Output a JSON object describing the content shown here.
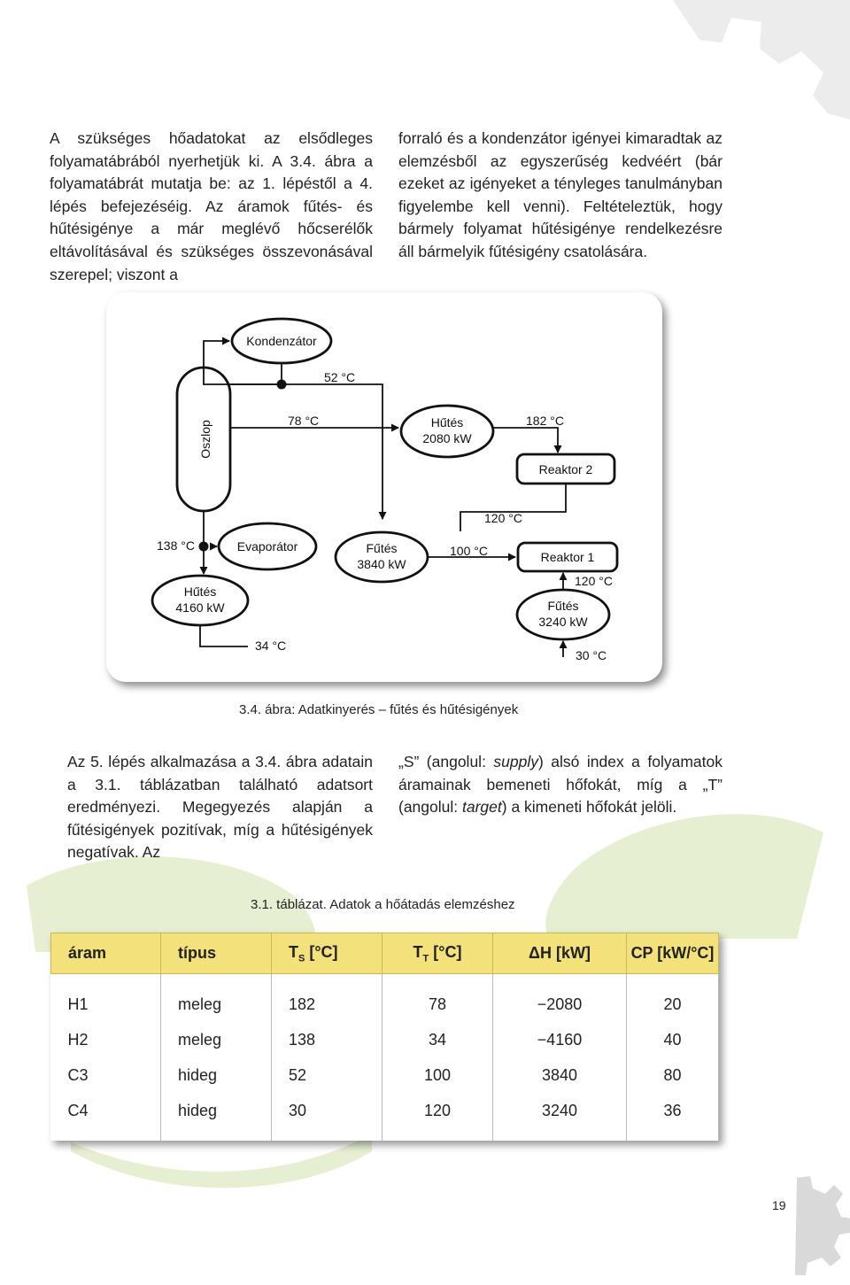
{
  "text": {
    "left_top": "A szükséges hőadatokat az elsődleges folyamatábrából nyerhetjük ki. A 3.4. ábra a folyamatábrát mutatja be: az 1. lépéstől a 4. lépés befejezéséig. Az áramok fűtés- és hűtésigénye a már meglévő hőcserélők eltávolításával és szükséges összevonásával szerepel; viszont a",
    "right_top": "forraló és a kondenzátor igényei kimaradtak az elemzésből az egyszerűség kedvéért (bár ezeket az igényeket a tényleges tanulmányban figyelembe kell venni). Feltételeztük, hogy bármely folyamat hűtésigénye rendelkezésre áll bármelyik fűtésigény csatolására.",
    "left_mid": "Az 5. lépés alkalmazása a 3.4. ábra adatain a 3.1. táblázatban található adatsort eredményezi. Megegyezés alapján a fűtésigények pozitívak, míg a hűtésigények negatívak. Az",
    "right_mid_1": "„S” (angolul: ",
    "right_mid_supply": "supply",
    "right_mid_2": ") alsó index a folyamatok áramainak bemeneti hőfokát, míg a „T” (angolul: ",
    "right_mid_target": "target",
    "right_mid_3": ") a kimeneti hőfokát jelöli."
  },
  "diagram": {
    "kondenzator": "Kondenzátor",
    "oszlop": "Oszlop",
    "t52": "52 °C",
    "t78": "78 °C",
    "hutes1_a": "Hűtés",
    "hutes1_b": "2080 kW",
    "t182": "182 °C",
    "reaktor2": "Reaktor 2",
    "t120a": "120 °C",
    "t138": "138 °C",
    "evaporator": "Evaporátor",
    "futes1_a": "Fűtés",
    "futes1_b": "3840 kW",
    "t100": "100 °C",
    "reaktor1": "Reaktor 1",
    "t120b": "120 °C",
    "hutes2_a": "Hűtés",
    "hutes2_b": "4160 kW",
    "futes2_a": "Fűtés",
    "futes2_b": "3240 kW",
    "t34": "34 °C",
    "t30": "30 °C"
  },
  "figure_caption": "3.4. ábra: Adatkinyerés – fűtés és hűtésigények",
  "table_caption": "3.1. táblázat. Adatok a hőátadás elemzéshez",
  "table": {
    "headers": {
      "aram": "áram",
      "tipus": "típus",
      "ts": "T",
      "ts_sub": "S",
      "ts_unit": " [°C]",
      "tt": "T",
      "tt_sub": "T",
      "tt_unit": " [°C]",
      "dh": "ΔH [kW]",
      "cp": "CP [kW/°C]"
    },
    "rows": [
      {
        "aram": "H1",
        "tipus": "meleg",
        "ts": "182",
        "tt": "78",
        "dh": "−2080",
        "cp": "20"
      },
      {
        "aram": "H2",
        "tipus": "meleg",
        "ts": "138",
        "tt": "34",
        "dh": "−4160",
        "cp": "40"
      },
      {
        "aram": "C3",
        "tipus": "hideg",
        "ts": "52",
        "tt": "100",
        "dh": "3840",
        "cp": "80"
      },
      {
        "aram": "C4",
        "tipus": "hideg",
        "ts": "30",
        "tt": "120",
        "dh": "3240",
        "cp": "36"
      }
    ]
  },
  "page_number": "19",
  "colors": {
    "header_fill": "#f3e17b",
    "leaf_green": "#e6efcf",
    "gear_gray": "#ededed"
  }
}
